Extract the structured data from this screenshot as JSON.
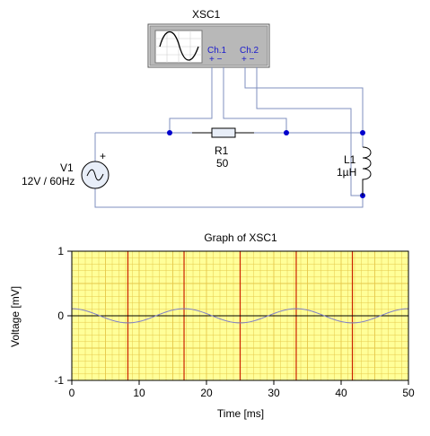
{
  "circuit": {
    "scope_title": "XSC1",
    "ch1_label": "Ch.1",
    "ch2_label": "Ch.2",
    "ch1_polarity": "+  −",
    "ch2_polarity": "+  −",
    "source_name": "V1",
    "source_value": "12V / 60Hz",
    "source_plus": "+",
    "resistor_name": "R1",
    "resistor_value": "50",
    "inductor_name": "L1",
    "inductor_value": "1µH",
    "wire_color": "#7f8fbf",
    "node_color": "#0000cc"
  },
  "graph": {
    "title": "Graph of XSC1",
    "xlabel": "Time [ms]",
    "ylabel": "Voltage [mV]",
    "xticks": [
      "0",
      "10",
      "20",
      "30",
      "40",
      "50"
    ],
    "yticks": [
      "1",
      "0",
      "-1"
    ],
    "background_color": "#ffff99",
    "grid_color": "#e6c84a",
    "marker_color": "#cc2200",
    "trace_color": "#7f7fc8"
  },
  "chart_data": {
    "type": "line",
    "title": "Graph of XSC1",
    "xlabel": "Time [ms]",
    "ylabel": "Voltage [mV]",
    "xlim": [
      0,
      50
    ],
    "ylim": [
      -1,
      1
    ],
    "grid": true,
    "series": [
      {
        "waveform": "cosine",
        "amplitude": 0.11,
        "frequency_hz": 60,
        "phase_rad": 0
      }
    ],
    "vertical_markers": [
      8.33,
      16.67,
      25.0,
      33.33,
      41.67
    ]
  }
}
